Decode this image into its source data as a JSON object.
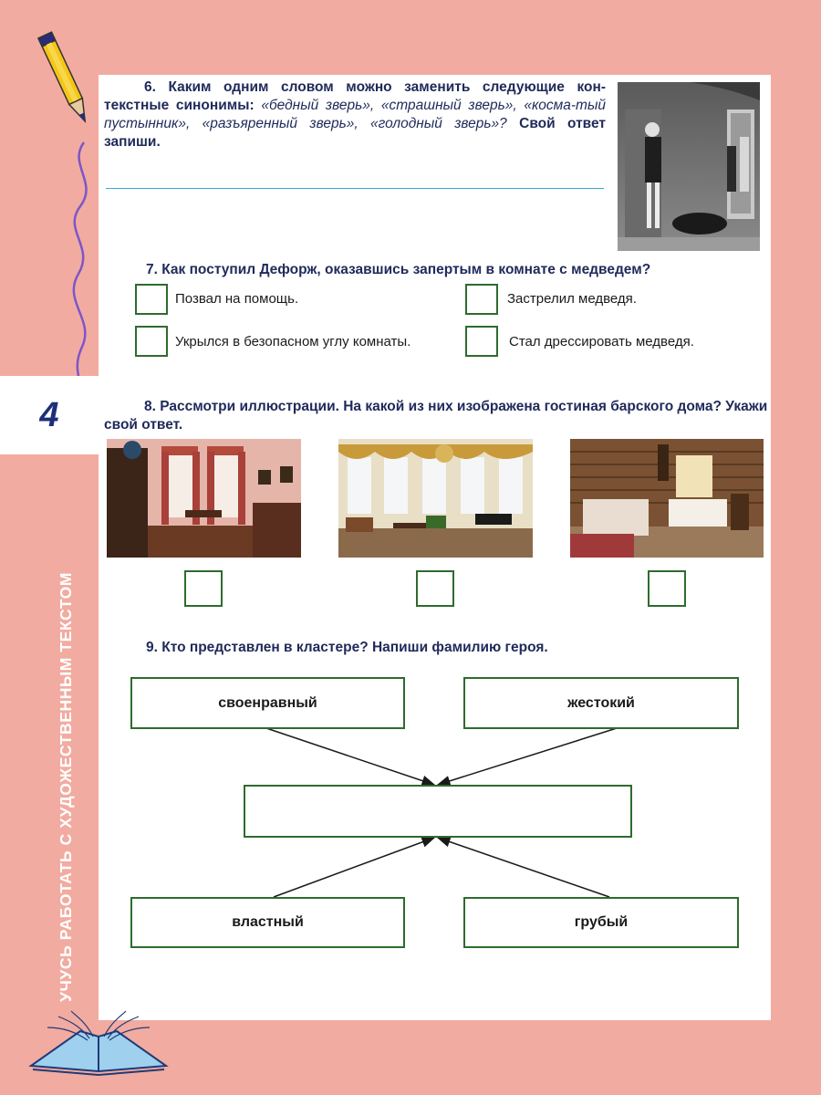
{
  "chapter": {
    "number": "4",
    "vertical_title": "УЧУСЬ РАБОТАТЬ С ХУДОЖЕСТВЕННЫМ ТЕКСТОМ"
  },
  "q6": {
    "lead": "6. Каким одним словом можно заменить следующие кон-текстные синонимы: ",
    "synonyms": "«бедный зверь», «страшный зверь», «косма-тый пустынник», «разъяренный зверь», «голодный зверь»?",
    "tail": " Свой ответ запиши."
  },
  "q7": {
    "question": "7. Как поступил Дефорж, оказавшись запертым в комнате с медведем?",
    "options": [
      "Позвал на помощь.",
      "Застрелил медведя.",
      "Укрылся в безопасном углу комнаты.",
      "Стал дрессировать медведя."
    ]
  },
  "q8": {
    "question": "8. Рассмотри иллюстрации. На какой из них изображена гостиная барского дома? Укажи свой ответ."
  },
  "q9": {
    "question": "9. Кто представлен в кластере? Напиши фамилию героя.",
    "traits": [
      "своенравный",
      "жестокий",
      "властный",
      "грубый"
    ],
    "center": ""
  },
  "colors": {
    "background": "#f2aba0",
    "title_text": "#1f2a5a",
    "box_border": "#2e6b2e",
    "answer_line": "#3aa7d8"
  }
}
